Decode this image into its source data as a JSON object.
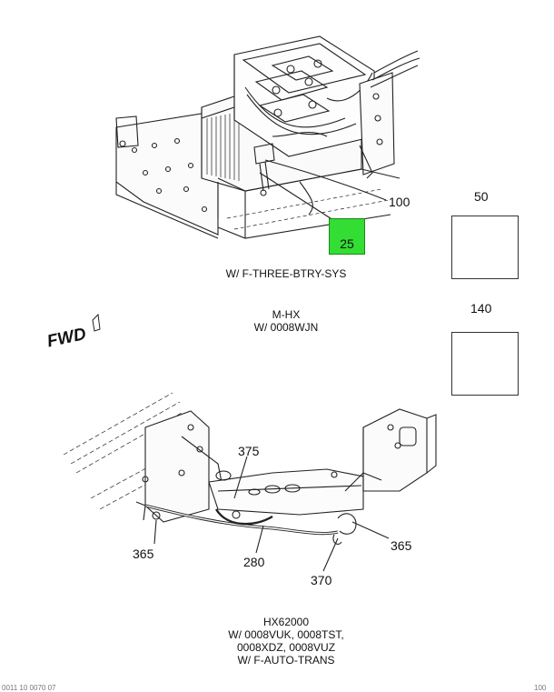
{
  "callouts": {
    "c100": "100",
    "c25": "25",
    "c50": "50",
    "c140": "140",
    "c375": "375",
    "c365_left": "365",
    "c280": "280",
    "c370": "370",
    "c365_right": "365"
  },
  "captions": {
    "top": "W/ F-THREE-BTRY-SYS",
    "middle_line1": "M-HX",
    "middle_line2": "W/ 0008WJN",
    "bottom_line1": "HX62000",
    "bottom_line2": "W/ 0008VUK, 0008TST,",
    "bottom_line3": "0008XDZ, 0008VUZ",
    "bottom_line4": "W/ F-AUTO-TRANS"
  },
  "direction_label": "FWD",
  "footer": {
    "left": "0011 10 0070 07",
    "right": "100"
  },
  "colors": {
    "highlight": "#33dd33",
    "line": "#222222"
  }
}
